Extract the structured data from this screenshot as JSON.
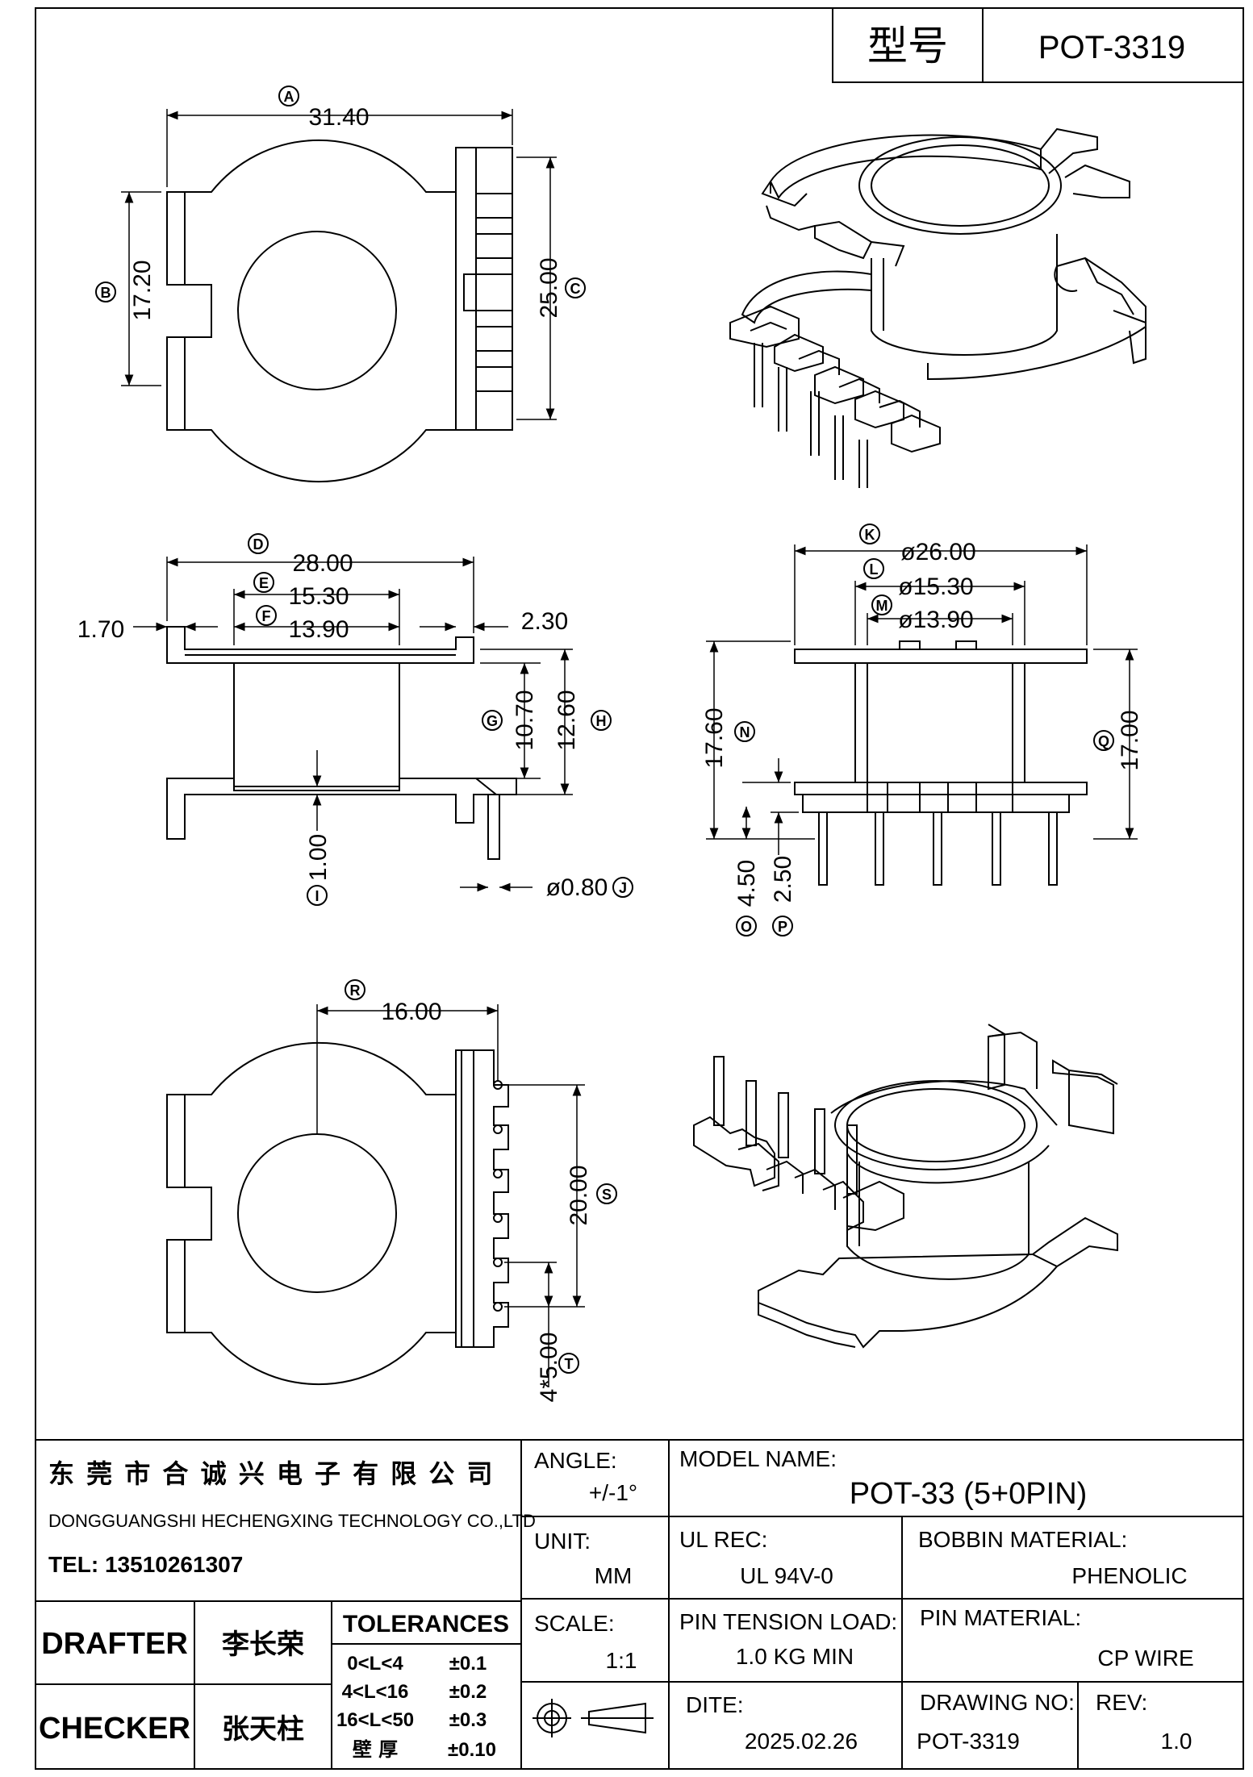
{
  "header": {
    "model_label": "型号",
    "model_value": "POT-3319"
  },
  "top_view": {
    "dims": {
      "A": {
        "letter": "A",
        "value": "31.40"
      },
      "B": {
        "letter": "B",
        "value": "17.20"
      },
      "C": {
        "letter": "C",
        "value": "25.00"
      }
    }
  },
  "front_view": {
    "dims": {
      "D": {
        "letter": "D",
        "value": "28.00"
      },
      "E": {
        "letter": "E",
        "value": "15.30"
      },
      "F": {
        "letter": "F",
        "value": "13.90"
      },
      "G": {
        "letter": "G",
        "value": "10.70"
      },
      "H": {
        "letter": "H",
        "value": "12.60"
      },
      "I": {
        "letter": "I",
        "value": "1.00"
      },
      "J": {
        "letter": "J",
        "value": "ø0.80"
      }
    },
    "flange_left": "1.70",
    "flange_right": "2.30"
  },
  "side_view": {
    "dims": {
      "K": {
        "letter": "K",
        "value": "ø26.00"
      },
      "L": {
        "letter": "L",
        "value": "ø15.30"
      },
      "M": {
        "letter": "M",
        "value": "ø13.90"
      },
      "N": {
        "letter": "N",
        "value": "17.60"
      },
      "O": {
        "letter": "O",
        "value": "4.50"
      },
      "P": {
        "letter": "P",
        "value": "2.50"
      },
      "Q": {
        "letter": "Q",
        "value": "17.00"
      }
    }
  },
  "bottom_view": {
    "dims": {
      "R": {
        "letter": "R",
        "value": "16.00"
      },
      "S": {
        "letter": "S",
        "value": "20.00"
      },
      "T": {
        "letter": "T",
        "value": "4*5.00"
      }
    }
  },
  "title_block": {
    "company_cn": "东 莞 市 合 诚 兴 电 子 有 限 公 司",
    "company_en": "DONGGUANGSHI HECHENGXING TECHNOLOGY CO.,LTD",
    "tel": "TEL: 13510261307",
    "drafter_label": "DRAFTER",
    "drafter_name": "李长荣",
    "checker_label": "CHECKER",
    "checker_name": "张天柱",
    "tolerances_label": "TOLERANCES",
    "tolerances": [
      {
        "range": "0<L<4",
        "tol": "±0.1"
      },
      {
        "range": "4<L<16",
        "tol": "±0.2"
      },
      {
        "range": "16<L<50",
        "tol": "±0.3"
      },
      {
        "range": "壁   厚",
        "tol": "±0.10"
      }
    ],
    "angle_label": "ANGLE:",
    "angle_value": "+/-1°",
    "unit_label": "UNIT:",
    "unit_value": "MM",
    "scale_label": "SCALE:",
    "scale_value": "1:1",
    "model_name_label": "MODEL NAME:",
    "model_name_value": "POT-33 (5+0PIN)",
    "ul_label": "UL REC:",
    "ul_value": "UL 94V-0",
    "bobbin_material_label": "BOBBIN MATERIAL:",
    "bobbin_material_value": "PHENOLIC",
    "pin_tension_label": "PIN TENSION LOAD:",
    "pin_tension_value": "1.0 KG MIN",
    "pin_material_label": "PIN MATERIAL:",
    "pin_material_value": "CP WIRE",
    "date_label": "DITE:",
    "date_value": "2025.02.26",
    "drawing_no_label": "DRAWING NO:",
    "drawing_no_value": "POT-3319",
    "rev_label": "REV:",
    "rev_value": "1.0"
  }
}
